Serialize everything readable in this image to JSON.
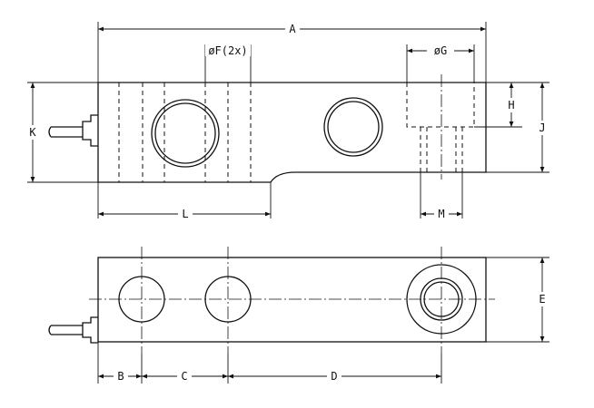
{
  "dimensions": {
    "A": "A",
    "F": "øF(2x)",
    "G": "øG",
    "H": "H",
    "J": "J",
    "K": "K",
    "L": "L",
    "M": "M",
    "E": "E",
    "B": "B",
    "C": "C",
    "D": "D"
  }
}
